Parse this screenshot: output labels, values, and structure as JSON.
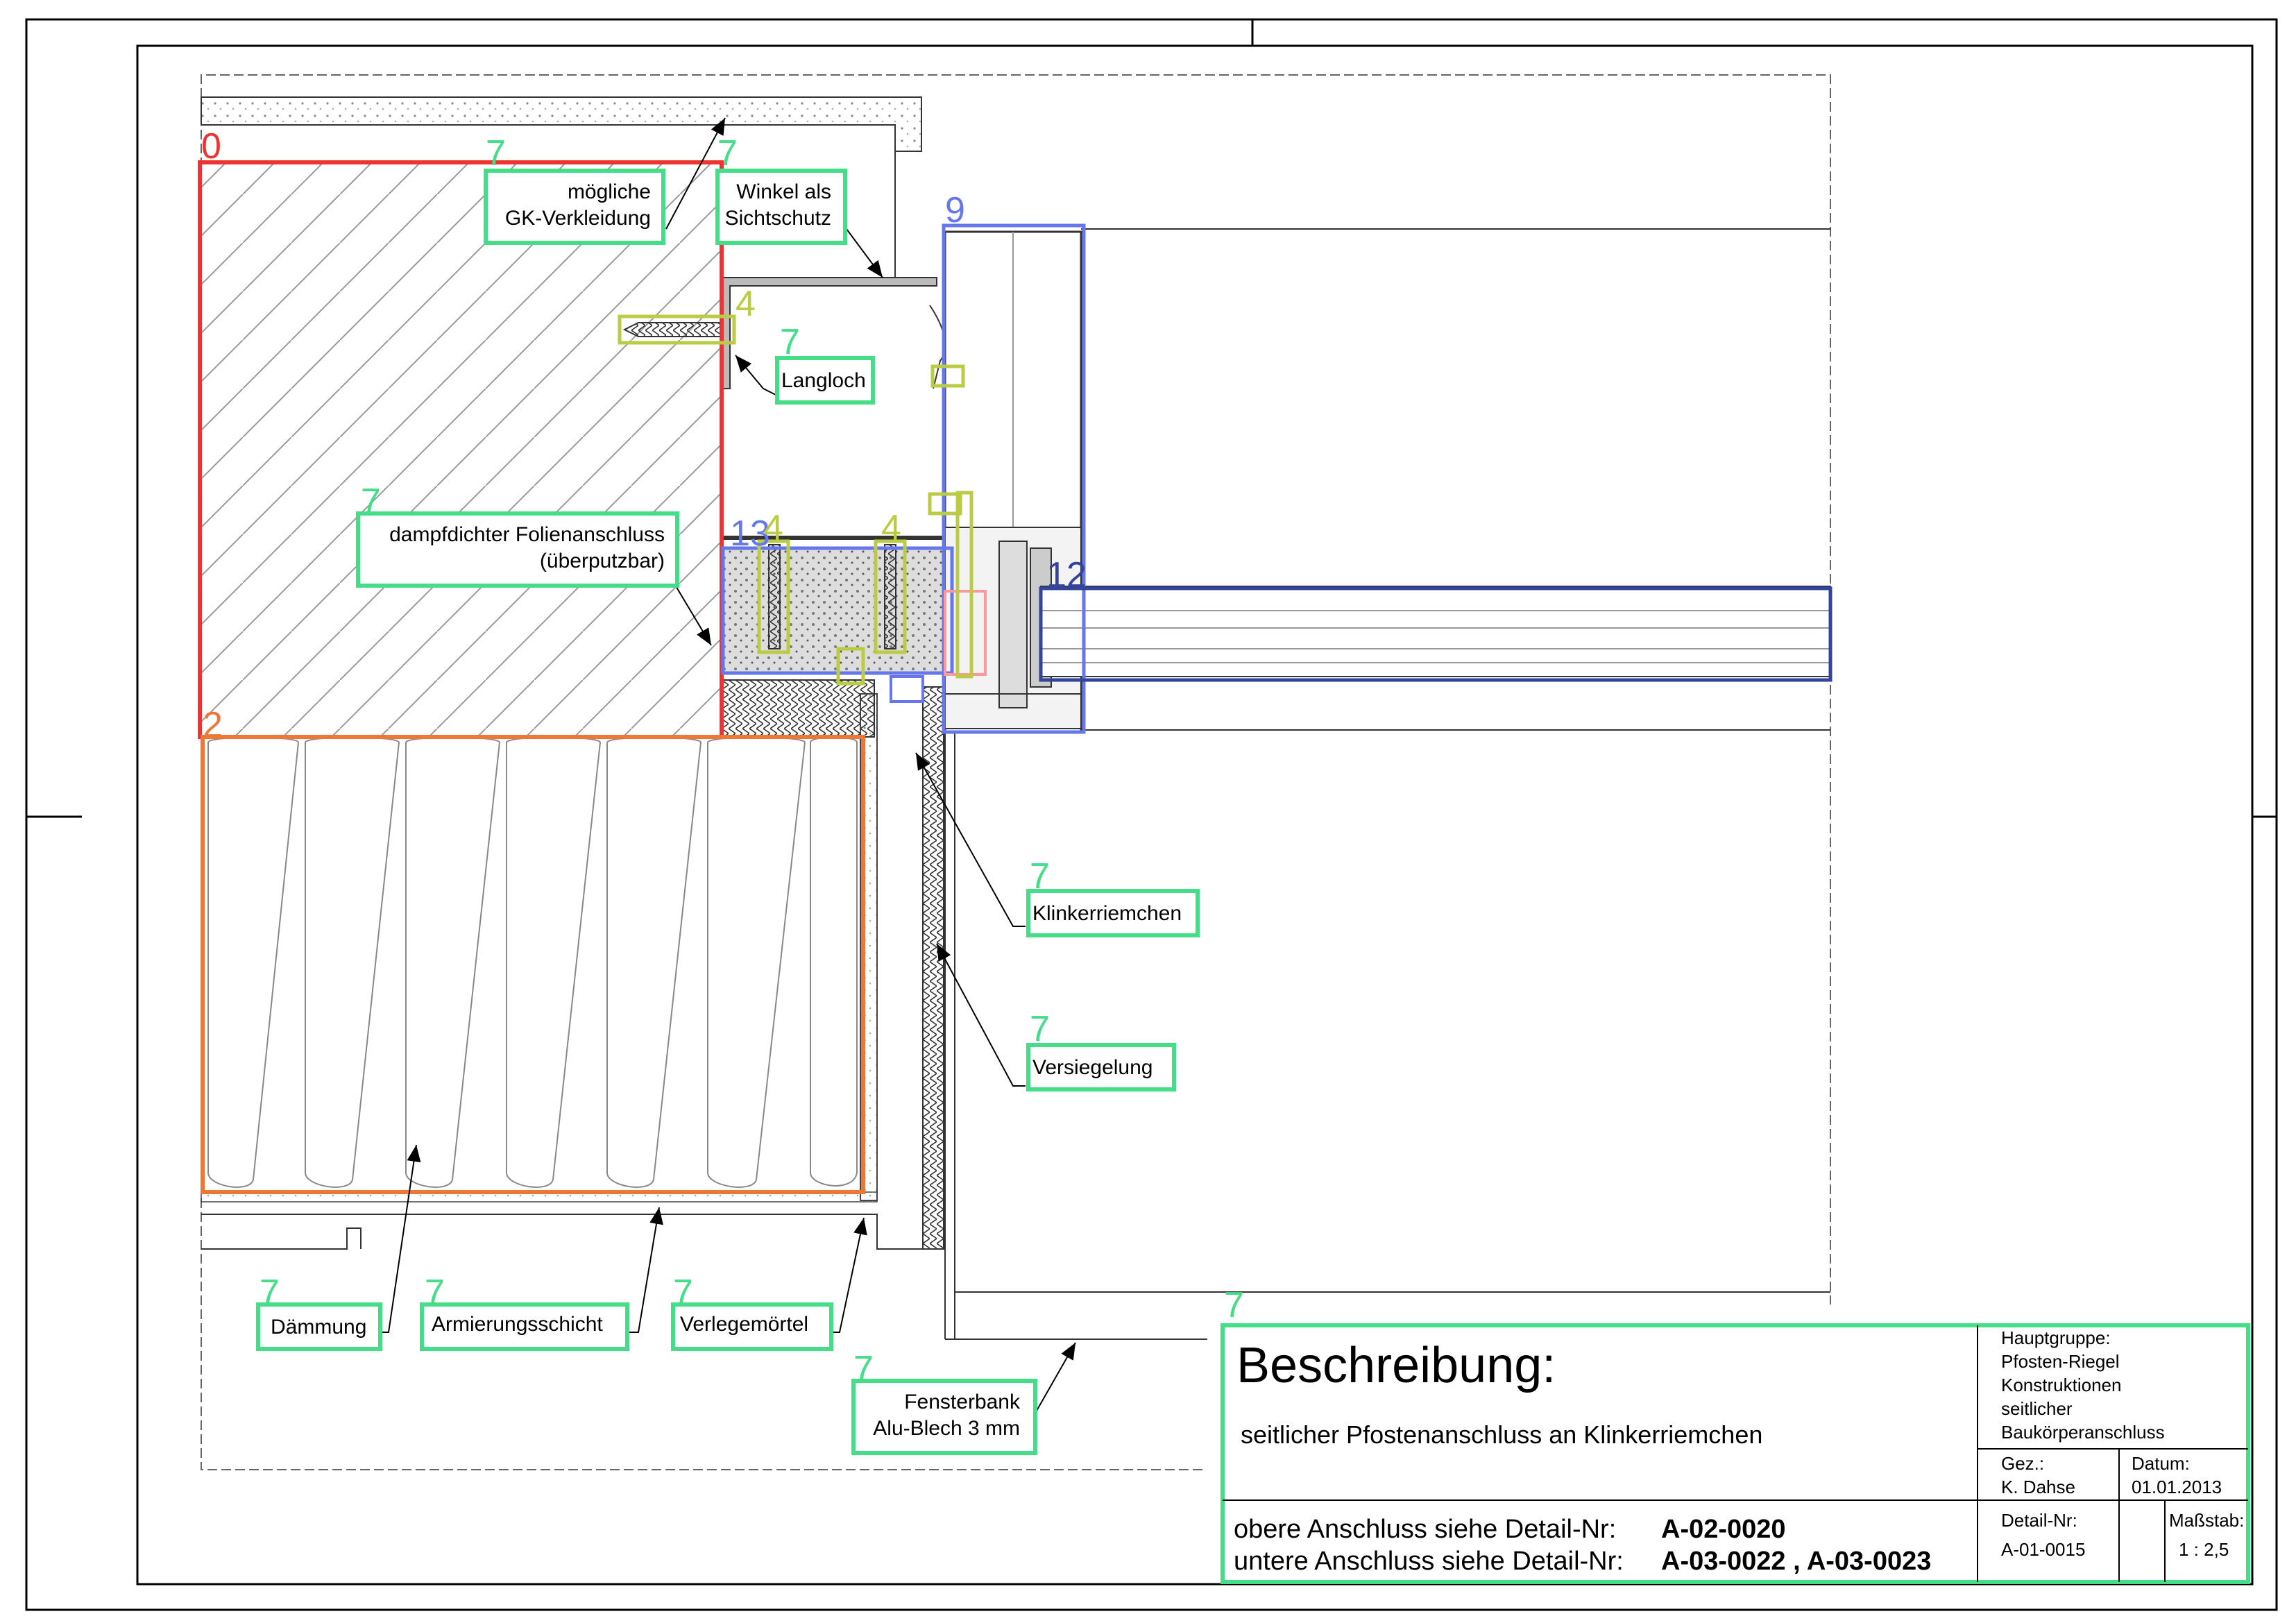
{
  "drawing": {
    "labels": {
      "gk_line1": "mögliche",
      "gk_line2": "GK-Verkleidung",
      "winkel_line1": "Winkel als",
      "winkel_line2": "Sichtschutz",
      "langloch": "Langloch",
      "folie_line1": "dampfdichter Folienanschluss",
      "folie_line2": "(überputzbar)",
      "klinker": "Klinkerriemchen",
      "versiegelung": "Versiegelung",
      "daemmung": "Dämmung",
      "armierung": "Armierungsschicht",
      "verlegemoertel": "Verlegemörtel",
      "fensterbank_line1": "Fensterbank",
      "fensterbank_line2": "Alu-Blech 3 mm"
    },
    "annotation_numbers": {
      "n0": "0",
      "n2": "2",
      "n4": "4",
      "n7": "7",
      "n9": "9",
      "n12": "12",
      "n13": "13"
    },
    "annotation_colors": {
      "red": "#ee3333",
      "orange": "#ee7733",
      "green": "#44dd88",
      "yellow": "#bbcc44",
      "blue": "#6677ee",
      "navy": "#334499",
      "pink": "#ff9999"
    }
  },
  "title_block": {
    "heading": "Beschreibung:",
    "subtitle": "seitlicher Pfostenanschluss an Klinkerriemchen",
    "ref_upper_label": "obere Anschluss siehe Detail-Nr:",
    "ref_upper_value": "A-02-0020",
    "ref_lower_label": "untere Anschluss siehe Detail-Nr:",
    "ref_lower_value": "A-03-0022 , A-03-0023",
    "group_lines": [
      "Hauptgruppe:",
      "Pfosten-Riegel",
      "Konstruktionen",
      "seitlicher",
      "Baukörperanschluss"
    ],
    "drawn_label": "Gez.:",
    "drawn_value": "K. Dahse",
    "date_label": "Datum:",
    "date_value": "01.01.2013",
    "detail_label": "Detail-Nr:",
    "detail_value": "A-01-0015",
    "scale_label": "Maßstab:",
    "scale_value": "1 : 2,5"
  }
}
